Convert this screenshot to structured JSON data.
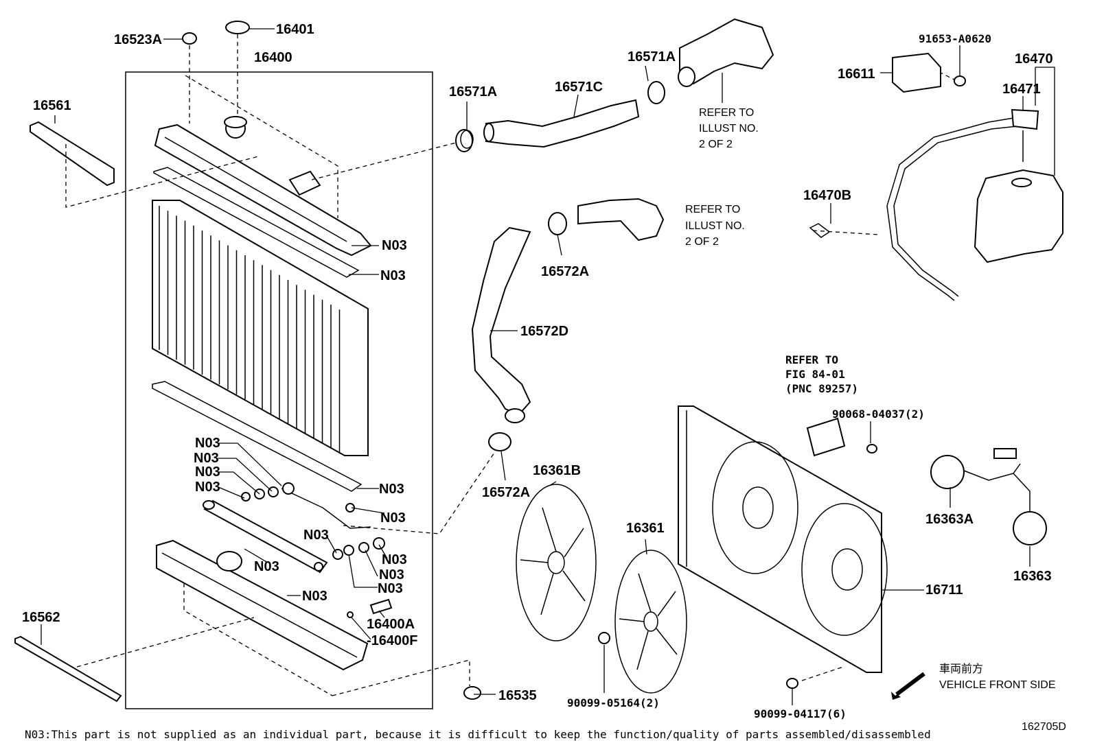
{
  "callouts": {
    "p16523A": "16523A",
    "p16401": "16401",
    "p16400": "16400",
    "p16561": "16561",
    "p16562": "16562",
    "p16535": "16535",
    "p16400A": "16400A",
    "p16400F": "-16400F",
    "p16571A_1": "16571A",
    "p16571A_2": "16571A",
    "p16571C": "16571C",
    "p16572A_1": "16572A",
    "p16572A_2": "16572A",
    "p16572D": "16572D",
    "p16361B": "16361B",
    "p16361": "16361",
    "p16711": "16711",
    "p16363A": "16363A",
    "p16363": "16363",
    "p16611": "16611",
    "p91653": "91653-A0620",
    "p16470": "16470",
    "p16471": "16471",
    "p16470B": "16470B",
    "p90068": "90068-04037(2)",
    "p90099_05164": "90099-05164(2)",
    "p90099_04117": "90099-04117(6)",
    "n03": "N03"
  },
  "refer_illust_1": [
    "REFER TO",
    "ILLUST NO.",
    "2 OF 2"
  ],
  "refer_illust_2": [
    "REFER TO",
    "ILLUST NO.",
    "2 OF 2"
  ],
  "refer_fig": [
    "REFER TO",
    "FIG 84-01",
    "(PNC 89257)"
  ],
  "direction_jp": "車両前方",
  "direction_en": "VEHICLE FRONT SIDE",
  "footnote": "N03:This part is not supplied as an individual part, because it is difficult to keep the function/quality of parts assembled/disassembled",
  "figure_id": "162705D"
}
